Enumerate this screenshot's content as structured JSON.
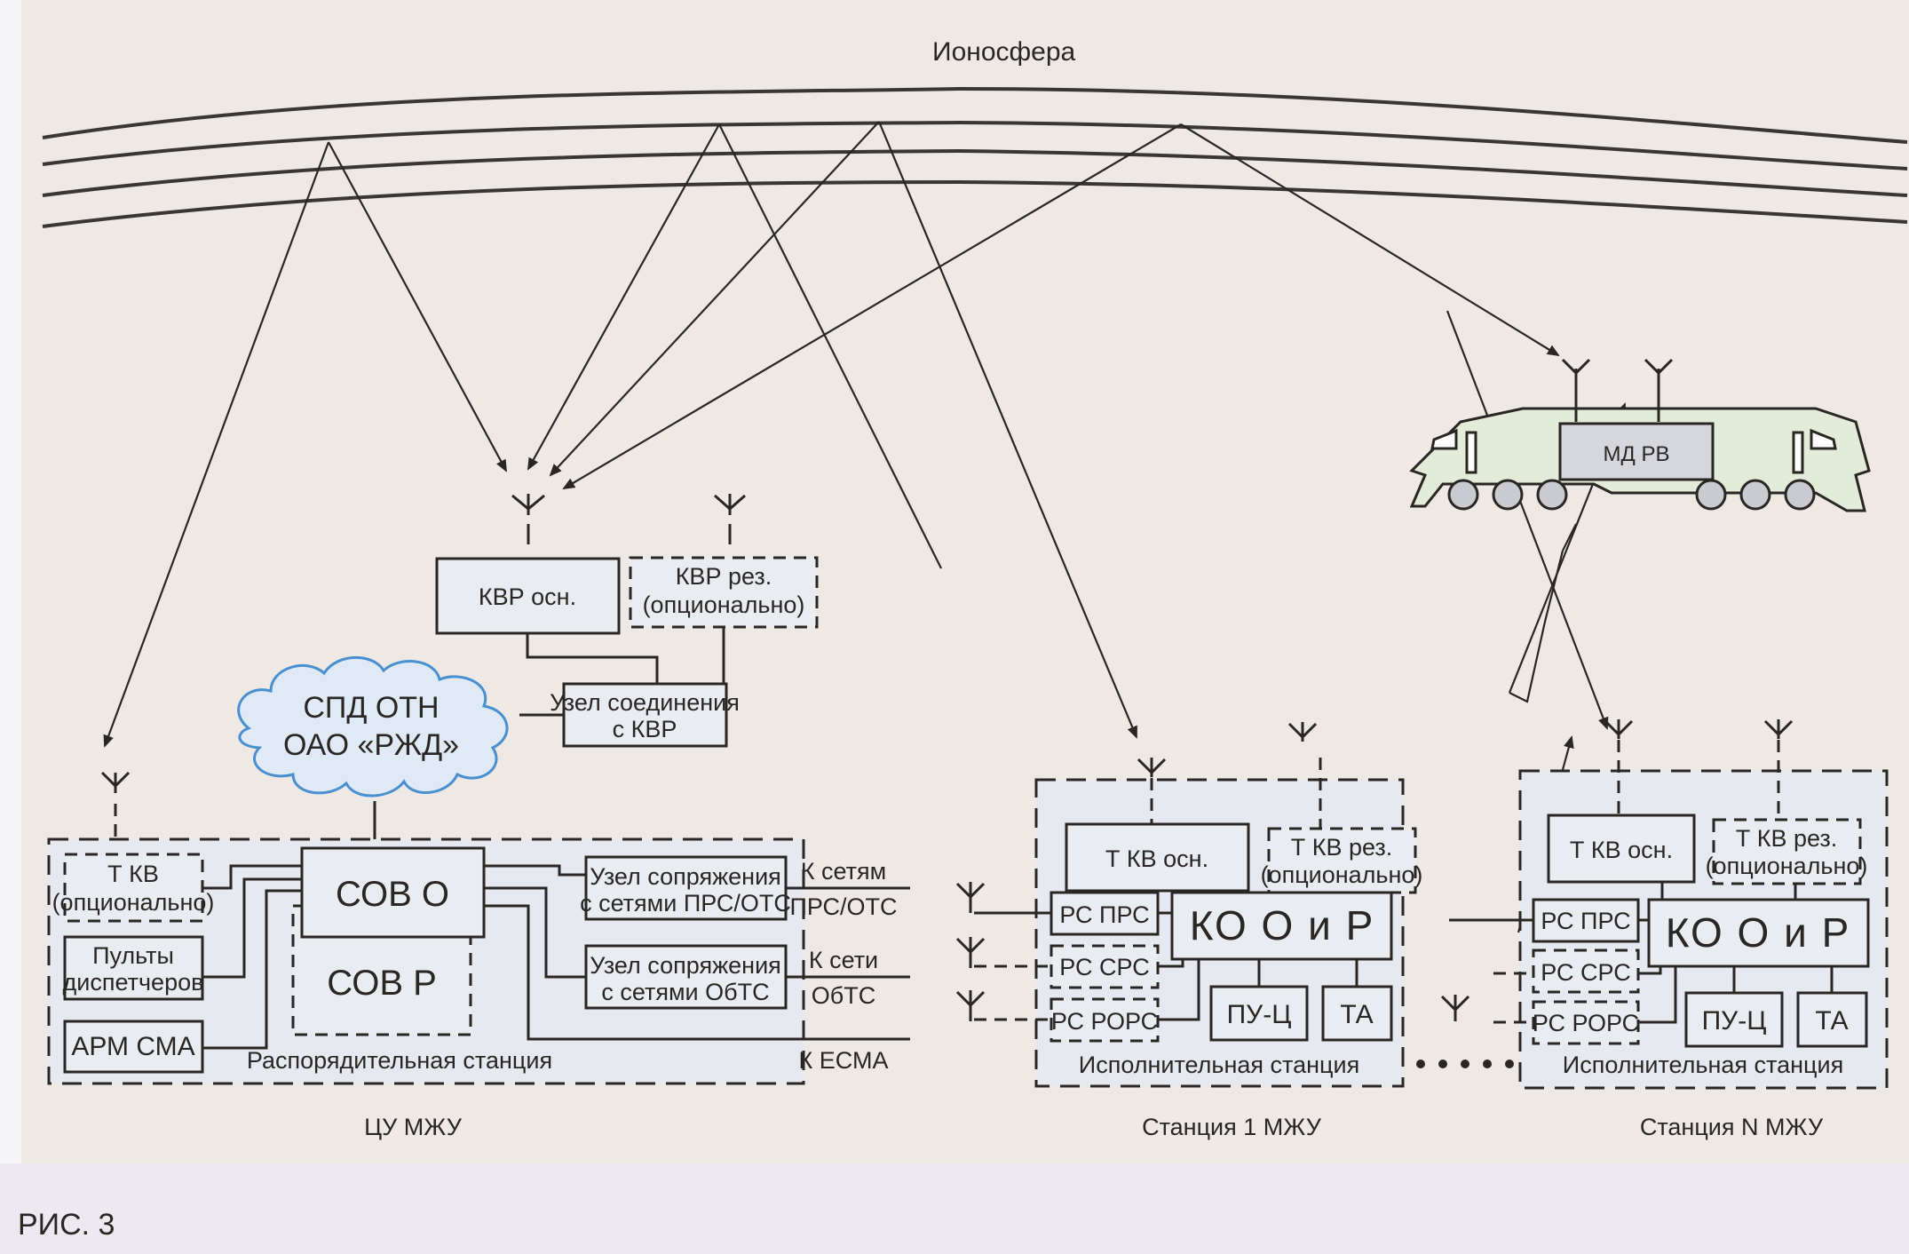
{
  "figure": {
    "caption": "РИС. 3",
    "ionosphere_label": "Ионосфера"
  },
  "cloud": {
    "line1": "СПД ОТН",
    "line2": "ОАО «РЖД»"
  },
  "kvr": {
    "main": "КВР осн.",
    "reserve_line1": "КВР рез.",
    "reserve_line2": "(опционально)",
    "junction_line1": "Узел соединения",
    "junction_line2": "с КВР"
  },
  "control_center": {
    "frame_label": "Распорядительная станция",
    "group_label": "ЦУ МЖУ",
    "t_kv_line1": "Т КВ",
    "t_kv_line2": "(опционально)",
    "consoles_line1": "Пульты",
    "consoles_line2": "диспетчеров",
    "arm": "АРМ СМА",
    "sov_o": "СОВ О",
    "sov_r": "СОВ Р",
    "iface_prs_line1": "Узел сопряжения",
    "iface_prs_line2": "с сетями ПРС/ОТС",
    "iface_obts_line1": "Узел сопряжения",
    "iface_obts_line2": "с сетями ОбТС",
    "out_prs_line1": "К сетям",
    "out_prs_line2": "ПРС/ОТС",
    "out_obts_line1": "К сети",
    "out_obts_line2": "ОбТС",
    "out_esma": "К ЕСМА"
  },
  "stations": [
    {
      "group_label": "Станция 1 МЖУ",
      "frame_label": "Исполнительная станция",
      "t_kv_main": "Т КВ осн.",
      "t_kv_res_line1": "Т КВ рез.",
      "t_kv_res_line2": "(опционально)",
      "rs_prs": "РС ПРС",
      "rs_srs": "РС СРС",
      "rs_rors": "РС РОРС",
      "ko": "КО О и Р",
      "pu": "ПУ-Ц",
      "ta": "ТА"
    },
    {
      "group_label": "Станция N МЖУ",
      "frame_label": "Исполнительная станция",
      "t_kv_main": "Т КВ осн.",
      "t_kv_res_line1": "Т КВ рез.",
      "t_kv_res_line2": "(опционально)",
      "rs_prs": "РС ПРС",
      "rs_srs": "РС СРС",
      "rs_rors": "РС РОРС",
      "ko": "КО О и Р",
      "pu": "ПУ-Ц",
      "ta": "ТА"
    }
  ],
  "locomotive": {
    "module_label": "МД РВ"
  },
  "colors": {
    "cloud_stroke": "#4a8fd0",
    "cloud_fill": "#dfeaf6",
    "locomotive_fill": "#e3ecd8",
    "module_fill": "#d6d7dc"
  }
}
